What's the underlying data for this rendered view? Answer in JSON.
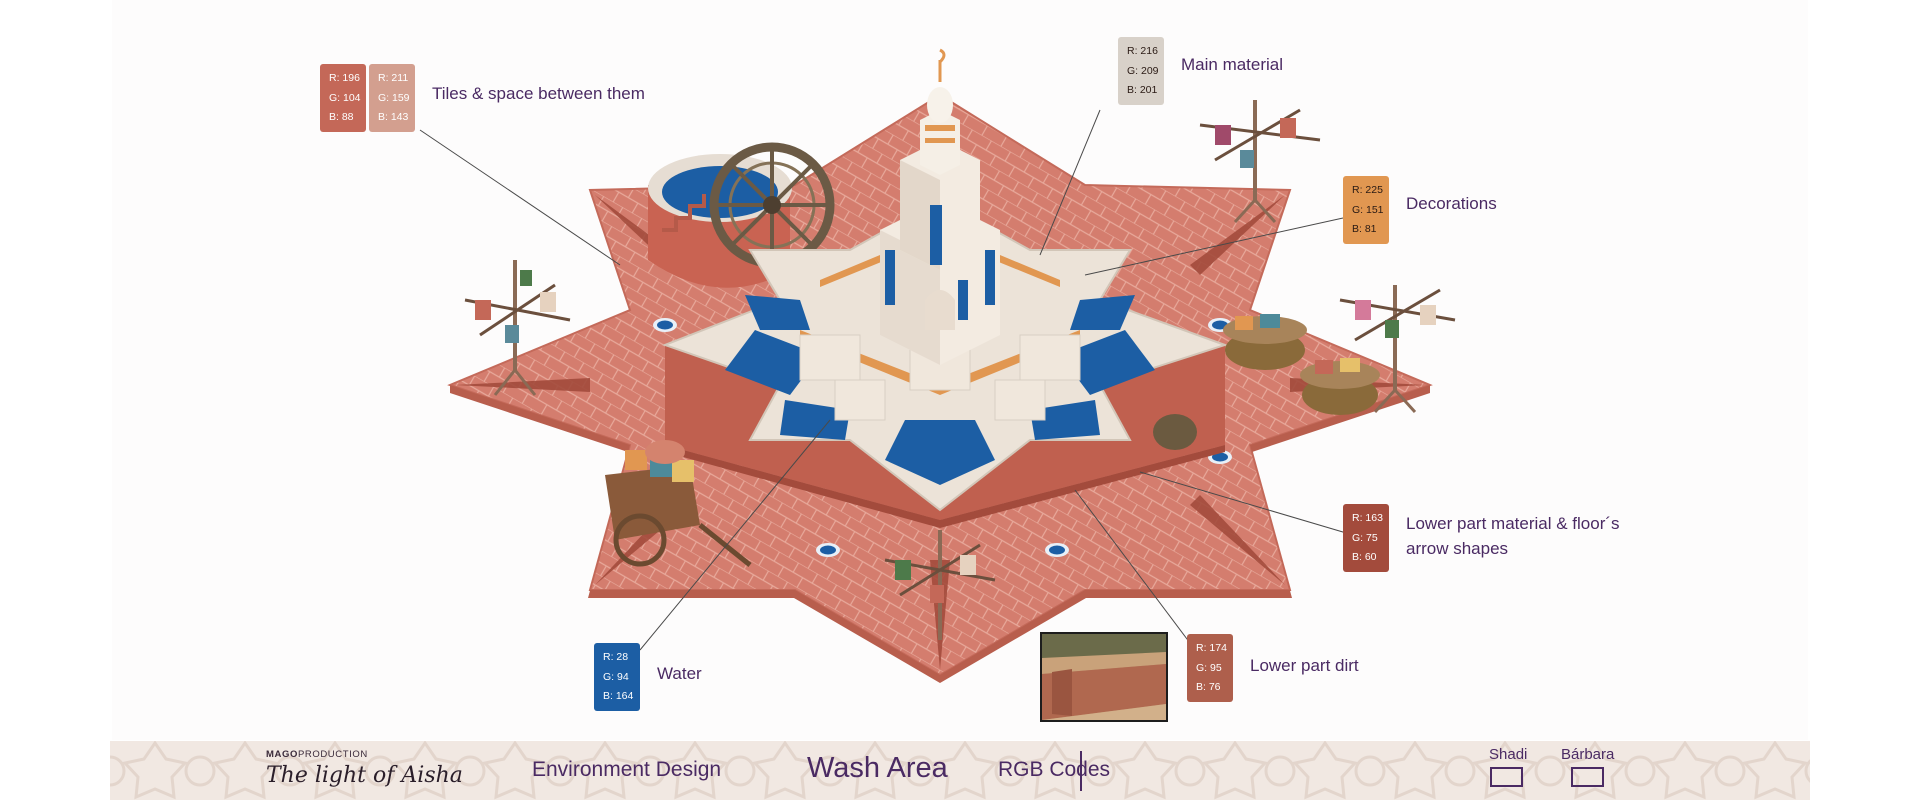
{
  "callouts": {
    "tiles": {
      "label": "Tiles & space between them",
      "swatches": [
        {
          "r": "R: 196",
          "g": "G: 104",
          "b": "B: 88",
          "color": "#c46858"
        },
        {
          "r": "R: 211",
          "g": "G: 159",
          "b": "B: 143",
          "color": "#d39f8f"
        }
      ]
    },
    "main_material": {
      "label": "Main material",
      "swatch": {
        "r": "R: 216",
        "g": "G: 209",
        "b": "B: 201",
        "color": "#d8d1c9"
      }
    },
    "decorations": {
      "label": "Decorations",
      "swatch": {
        "r": "R: 225",
        "g": "G: 151",
        "b": "B: 81",
        "color": "#e19751"
      }
    },
    "lower_part": {
      "label_line1": "Lower part material & floor´s",
      "label_line2": "arrow shapes",
      "swatch": {
        "r": "R: 163",
        "g": "G: 75",
        "b": "B: 60",
        "color": "#a34b3c"
      }
    },
    "lower_dirt": {
      "label": "Lower part dirt",
      "swatch": {
        "r": "R: 174",
        "g": "G: 95",
        "b": "B: 76",
        "color": "#ae5f4c"
      }
    },
    "water": {
      "label": "Water",
      "swatch": {
        "r": "R: 28",
        "g": "G: 94",
        "b": "B: 164",
        "color": "#1c5ea4"
      }
    }
  },
  "footer": {
    "brand_prefix": "MAGO",
    "brand_suffix": "PRODUCTION",
    "brand_title": "The light of Aisha",
    "section": "Environment Design",
    "title": "Wash Area",
    "subtitle": "RGB Codes",
    "author1": "Shadi",
    "author2": "Bárbara"
  },
  "colors": {
    "text_accent": "#4a2a63",
    "floor_tile": "#d47d6e",
    "water": "#1c5ea4",
    "stone": "#ece3d8",
    "footer_bg": "#f1e8e2"
  }
}
